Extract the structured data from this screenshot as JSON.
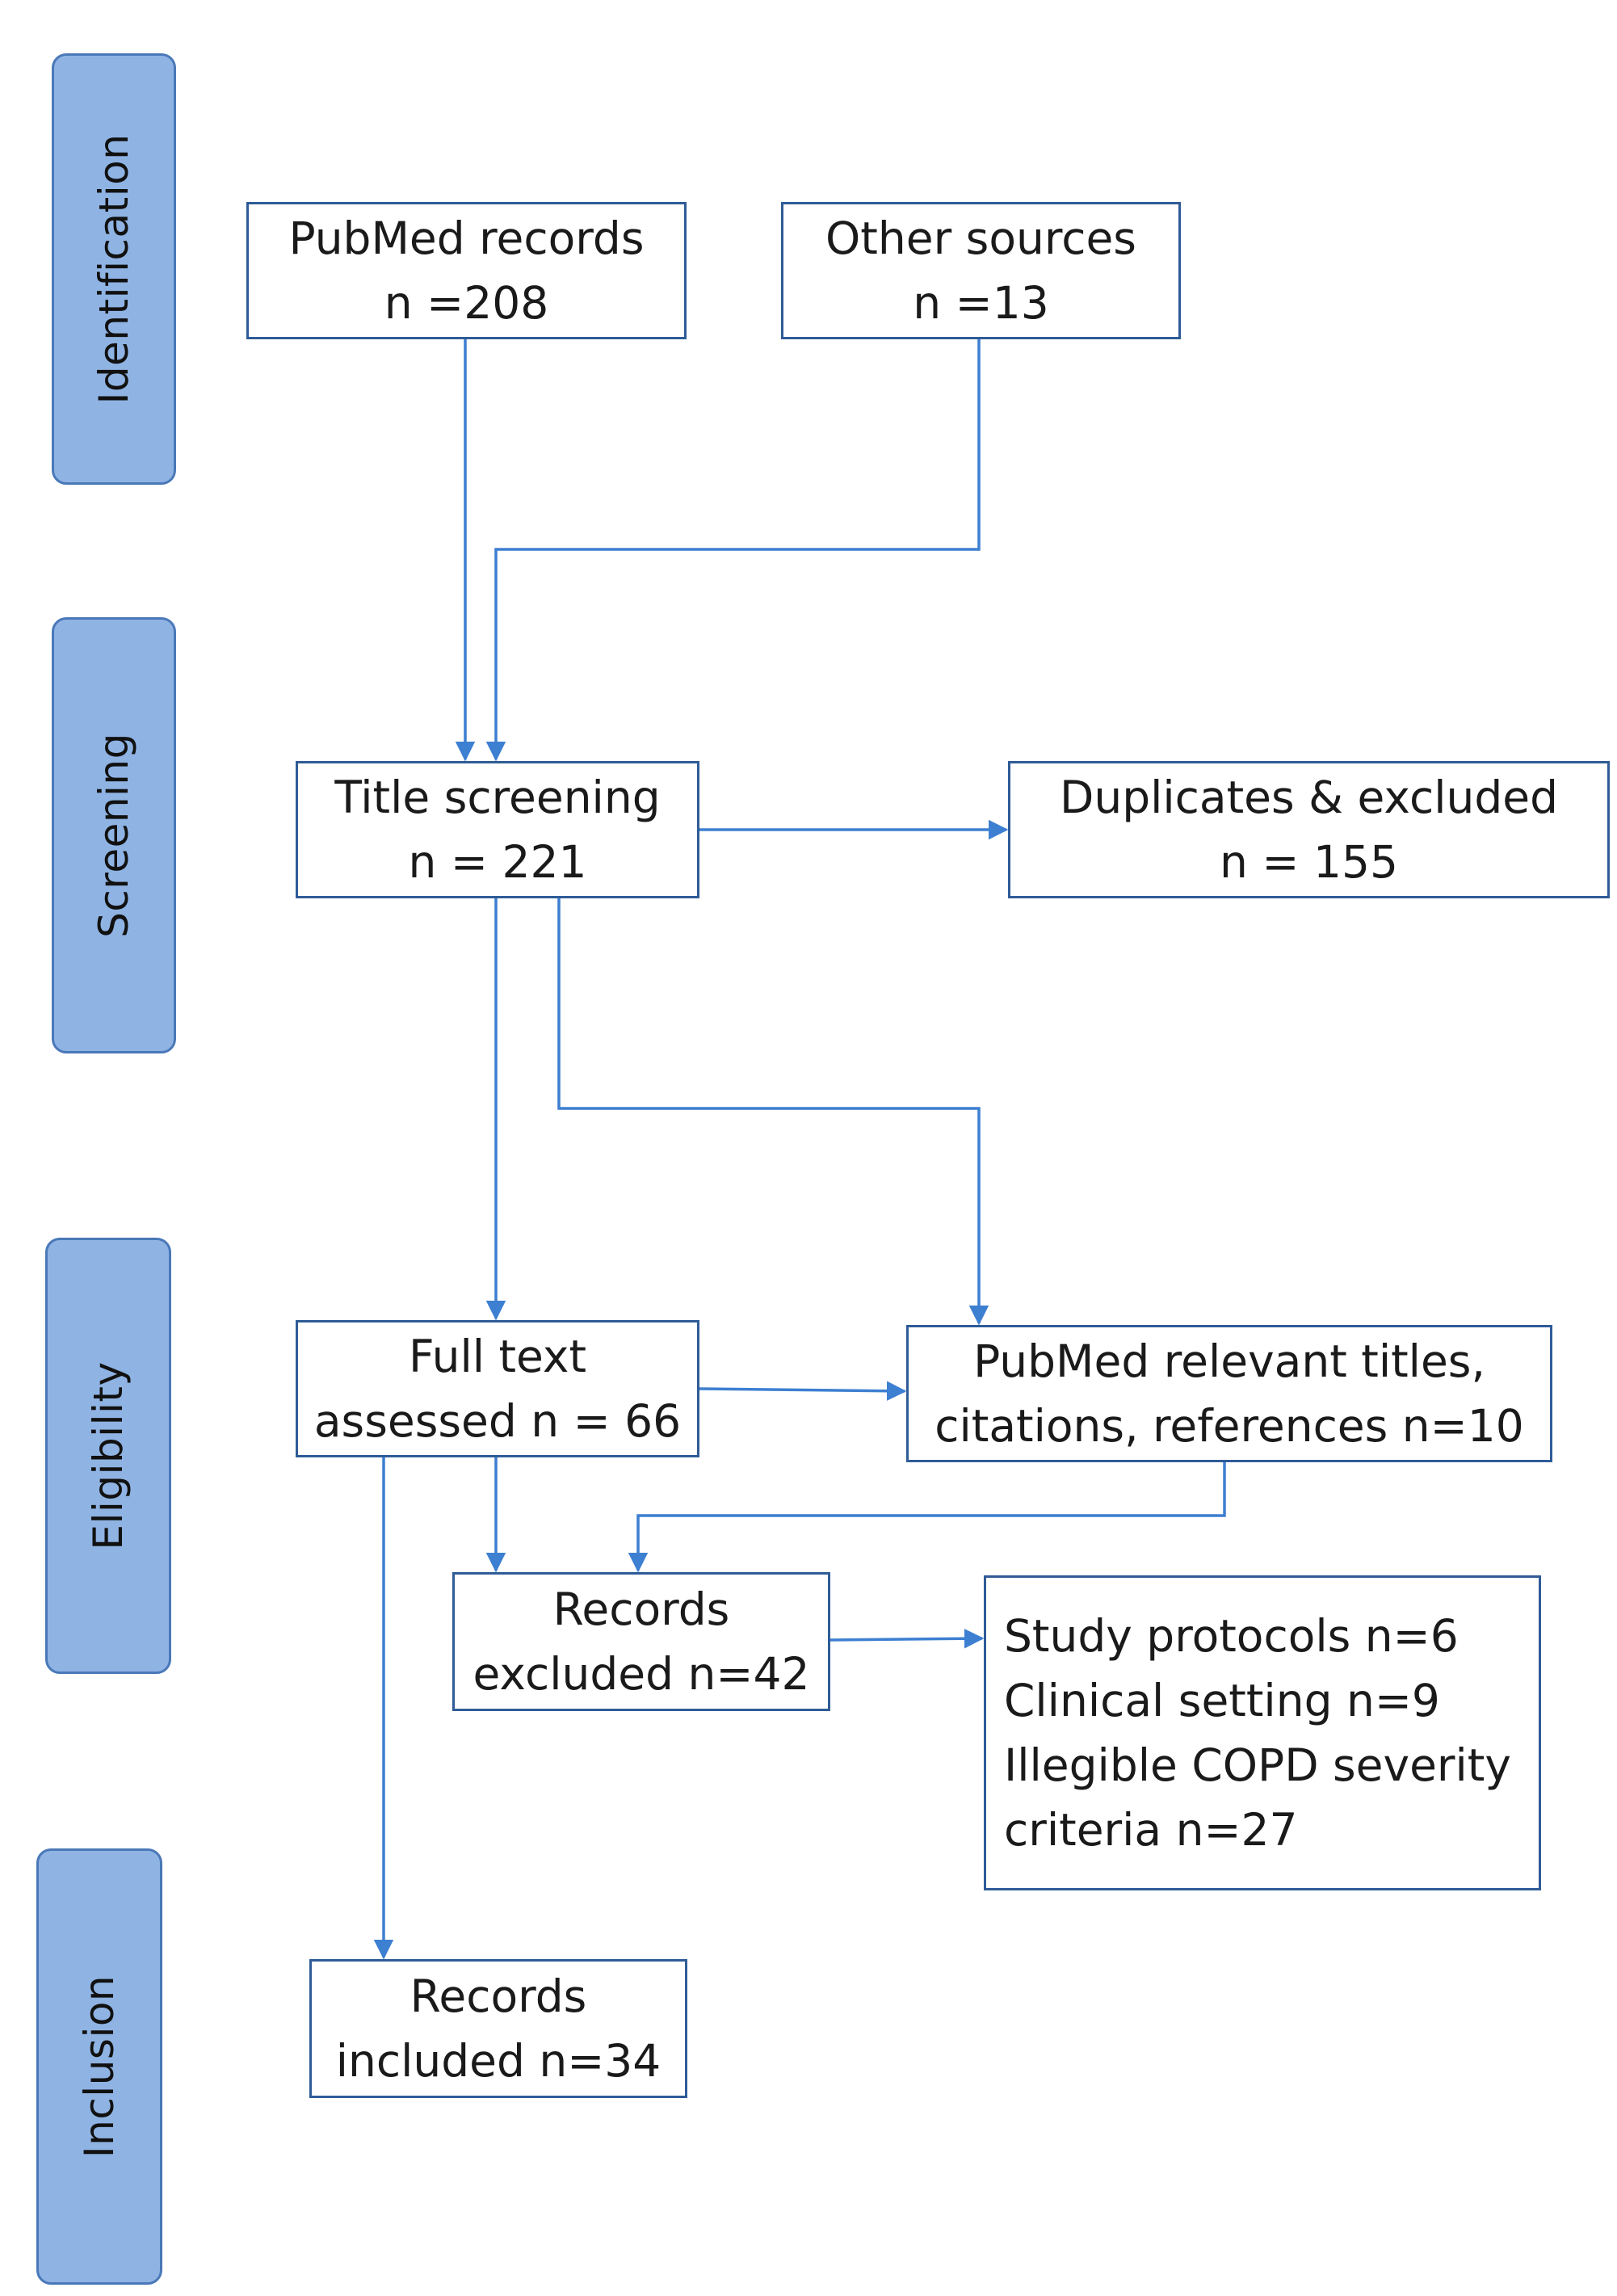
{
  "stages": {
    "identification": "Identification",
    "screening": "Screening",
    "eligibility": "Eligibility",
    "inclusion": "Inclusion"
  },
  "boxes": {
    "pubmed_records": {
      "line1": "PubMed records",
      "line2": "n =208"
    },
    "other_sources": {
      "line1": "Other sources",
      "line2": "n =13"
    },
    "title_screening": {
      "line1": "Title screening",
      "line2": "n = 221"
    },
    "duplicates_excluded": {
      "line1": "Duplicates & excluded",
      "line2": "n = 155"
    },
    "full_text_assessed": {
      "line1": "Full text",
      "line2": "assessed  n = 66"
    },
    "pubmed_relevant": {
      "line1": "PubMed relevant titles,",
      "line2": "citations, references  n=10"
    },
    "records_excluded": {
      "line1": "Records",
      "line2": "excluded n=42"
    },
    "exclusion_reasons": {
      "line1": "Study protocols n=6",
      "line2": "Clinical setting n=9",
      "line3": "Illegible COPD severity",
      "line4": "criteria n=27"
    },
    "records_included": {
      "line1": "Records",
      "line2": "included n=34"
    }
  },
  "colors": {
    "stage_fill": "#8fb3e3",
    "stage_border": "#4a78b8",
    "box_border": "#2f5c97",
    "connector": "#3d7fd1"
  }
}
